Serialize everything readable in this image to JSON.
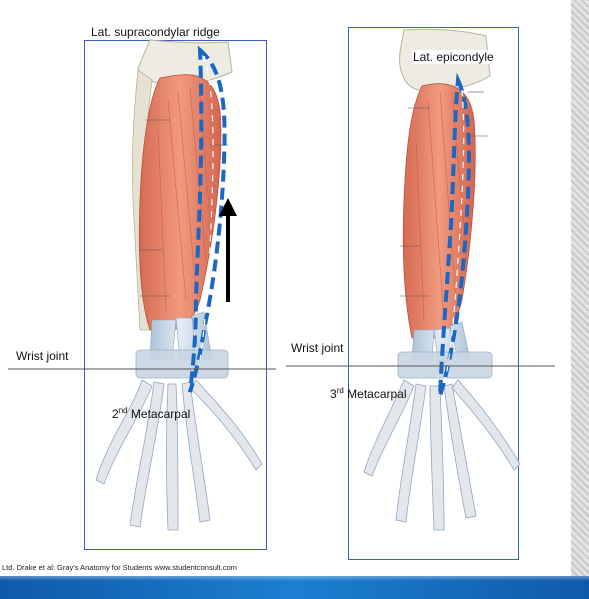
{
  "labels": {
    "left_ridge": "Lat. supracondylar ridge",
    "right_epicondyle": "Lat. epicondyle",
    "left_wrist": "Wrist joint",
    "right_wrist": "Wrist joint",
    "left_metacarpal_num": "2",
    "left_metacarpal_sup": "nd",
    "left_metacarpal_word": " Metacarpal",
    "right_metacarpal_num": "3",
    "right_metacarpal_sup": "rd",
    "right_metacarpal_word": " Metacarpal"
  },
  "credit": "Ltd. Drake et al: Gray's Anatomy for Students www.studentconsult.com",
  "colors": {
    "muscle": "#e9846a",
    "tendon": "#c9d9e8",
    "bone": "#eeece2",
    "dashed_line": "#1a67c4",
    "box_border": "#3a5fc0",
    "bottom_bar": "#1c7fd0"
  }
}
